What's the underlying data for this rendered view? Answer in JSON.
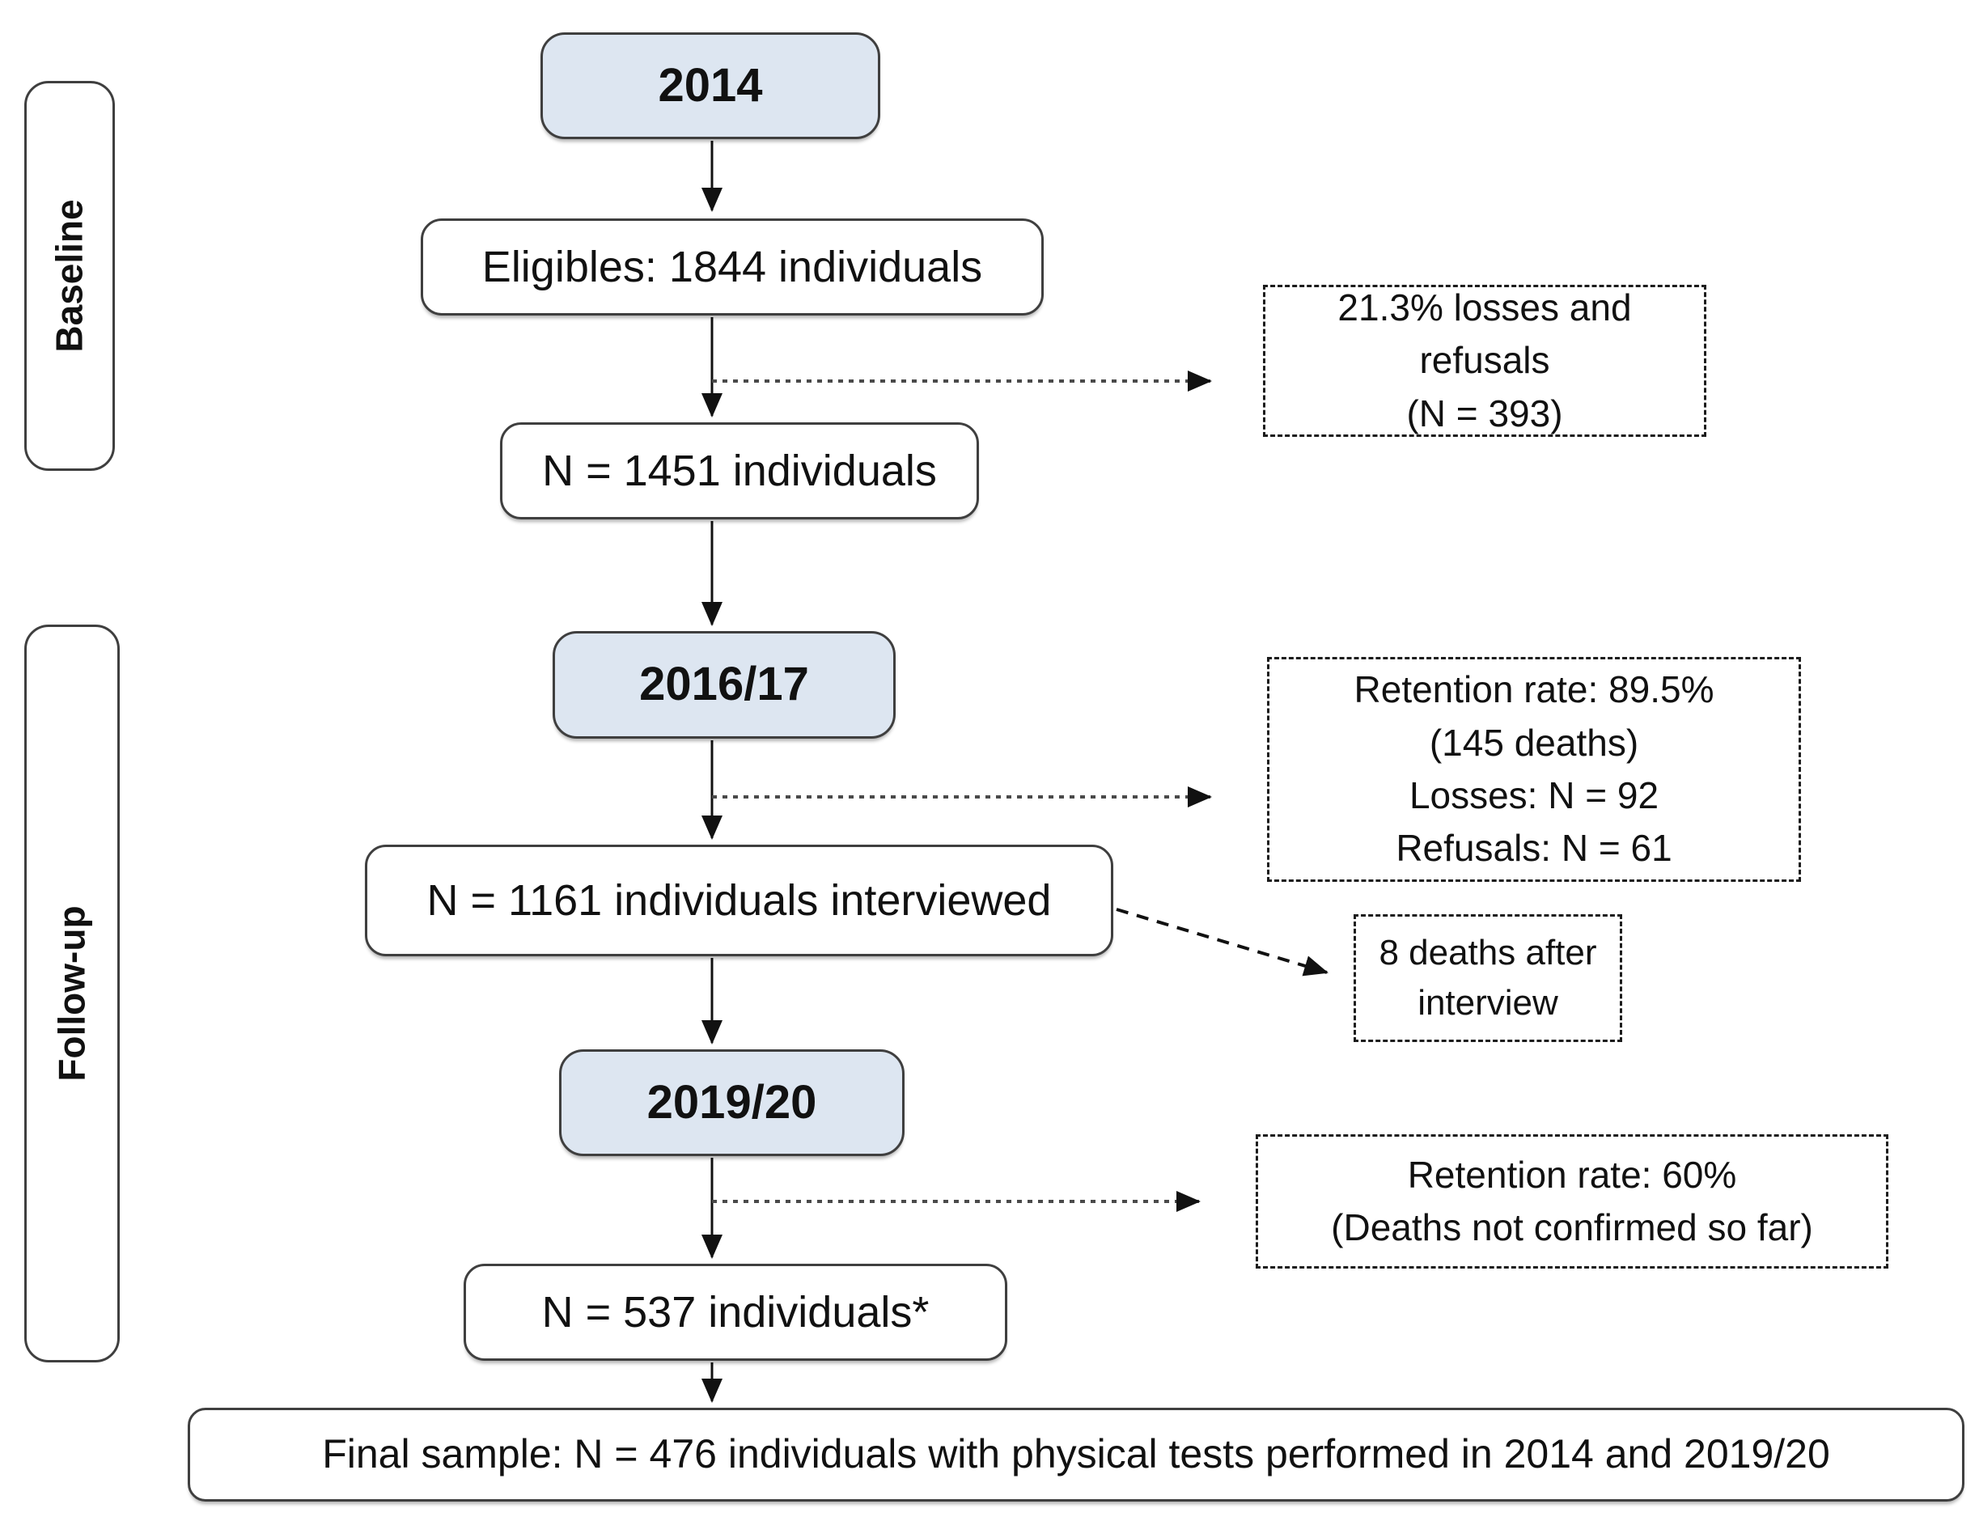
{
  "sidebar": {
    "baseline": "Baseline",
    "followup": "Follow-up"
  },
  "nodes": {
    "year_2014": "2014",
    "eligibles": "Eligibles: 1844 individuals",
    "n1451": "N = 1451 individuals",
    "year_2016_17": "2016/17",
    "n1161": "N = 1161 individuals interviewed",
    "year_2019_20": "2019/20",
    "n537": "N = 537 individuals*",
    "final_sample": "Final sample: N = 476 individuals with physical tests performed in 2014 and 2019/20"
  },
  "annotations": {
    "losses_refusals_2014": {
      "lines": [
        "21.3% losses and refusals",
        "(N = 393)"
      ]
    },
    "retention_2016_17": {
      "lines": [
        "Retention rate: 89.5%",
        "(145 deaths)",
        "Losses: N = 92",
        "Refusals: N = 61"
      ]
    },
    "deaths_after_interview": {
      "lines": [
        "8 deaths after",
        "interview"
      ]
    },
    "retention_2019_20": {
      "lines": [
        "Retention rate: 60%",
        "(Deaths not confirmed so far)"
      ]
    }
  },
  "colors": {
    "background": "#ffffff",
    "year_box_fill": "#dde6f1",
    "box_border": "#3f3f3f",
    "dashed_border": "#1c1c1c",
    "text": "#111111",
    "solid_arrow": "#111111",
    "dotted_arrow": "#4a4a4a"
  }
}
